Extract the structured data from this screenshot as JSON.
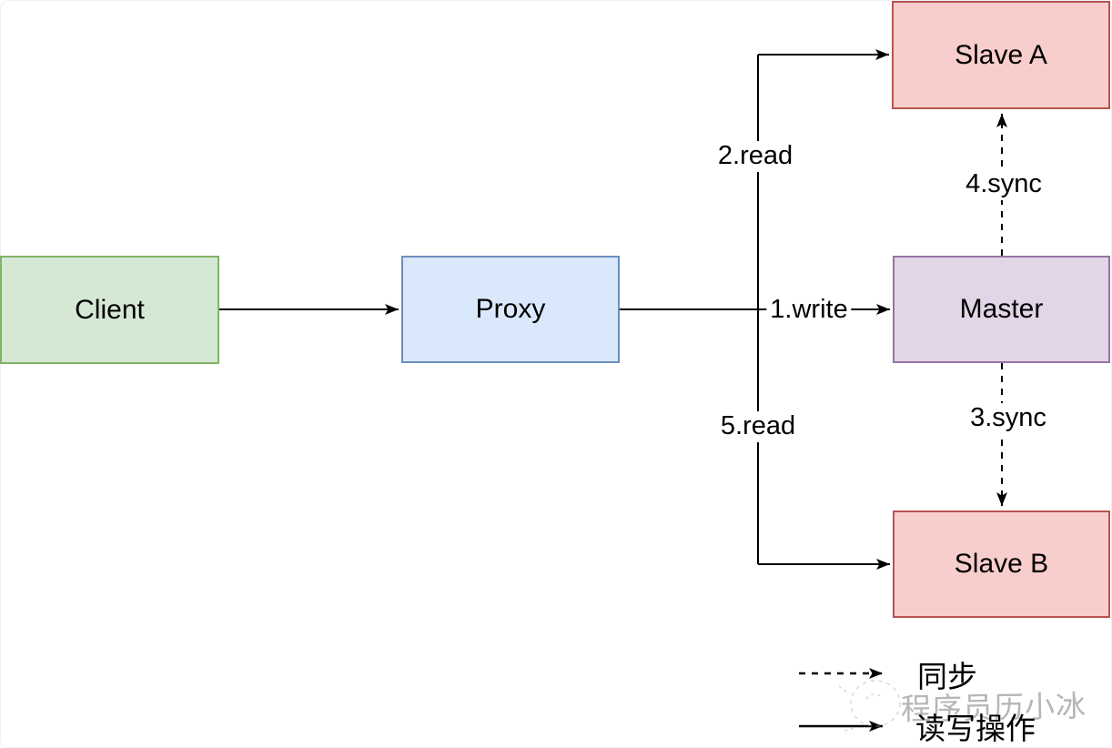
{
  "diagram": {
    "title": "database read-write splitting with master-slave sync",
    "nodes": {
      "client": {
        "label": "Client"
      },
      "proxy": {
        "label": "Proxy"
      },
      "master": {
        "label": "Master"
      },
      "slave_a": {
        "label": "Slave A"
      },
      "slave_b": {
        "label": "Slave B"
      }
    },
    "edges": {
      "client_to_proxy": {
        "from": "Client",
        "to": "Proxy",
        "label": "",
        "line_style": "solid"
      },
      "write": {
        "from": "Proxy",
        "to": "Master",
        "label": "1.write",
        "line_style": "solid"
      },
      "read_a": {
        "from": "Proxy",
        "to": "Slave A",
        "label": "2.read",
        "line_style": "solid"
      },
      "sync_b": {
        "from": "Master",
        "to": "Slave B",
        "label": "3.sync",
        "line_style": "dashed"
      },
      "sync_a": {
        "from": "Master",
        "to": "Slave A",
        "label": "4.sync",
        "line_style": "dashed"
      },
      "read_b": {
        "from": "Proxy",
        "to": "Slave B",
        "label": "5.read",
        "line_style": "solid"
      }
    },
    "legend": {
      "items": [
        {
          "label": "同步",
          "line_style": "dashed"
        },
        {
          "label": "读写操作",
          "line_style": "solid"
        }
      ]
    },
    "watermark": {
      "text": "程序员历小冰"
    }
  },
  "colors": {
    "background": "#ffffff",
    "line": "#000000",
    "client_fill": "#d5e8d4",
    "client_stroke": "#82b366",
    "proxy_fill": "#dae8fc",
    "proxy_stroke": "#6c8ebf",
    "master_fill": "#e1d5e7",
    "master_stroke": "#9673a6",
    "slave_fill": "#f8cecc",
    "slave_stroke": "#b85450",
    "watermark": "#9a9a9a"
  }
}
